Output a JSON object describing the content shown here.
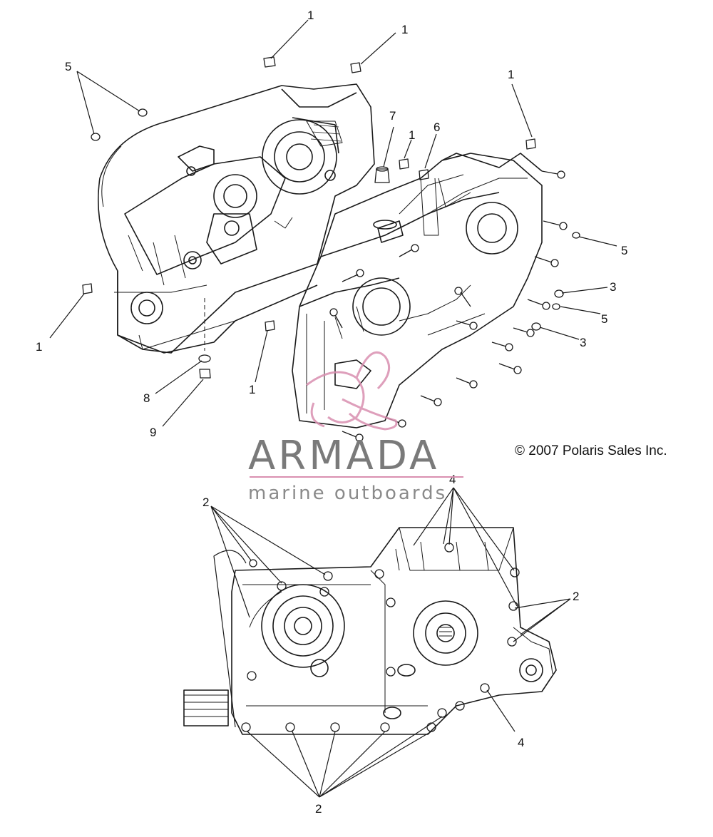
{
  "diagram": {
    "callouts": [
      {
        "id": "c1a",
        "text": "1"
      },
      {
        "id": "c1b",
        "text": "1"
      },
      {
        "id": "c5a",
        "text": "5"
      },
      {
        "id": "c1c",
        "text": "1"
      },
      {
        "id": "c7",
        "text": "7"
      },
      {
        "id": "c1d",
        "text": "1"
      },
      {
        "id": "c6",
        "text": "6"
      },
      {
        "id": "c5b",
        "text": "5"
      },
      {
        "id": "c3a",
        "text": "3"
      },
      {
        "id": "c5c",
        "text": "5"
      },
      {
        "id": "c3b",
        "text": "3"
      },
      {
        "id": "c1e",
        "text": "1"
      },
      {
        "id": "c1f",
        "text": "1"
      },
      {
        "id": "c8",
        "text": "8"
      },
      {
        "id": "c9",
        "text": "9"
      },
      {
        "id": "c4a",
        "text": "4"
      },
      {
        "id": "c2a",
        "text": "2"
      },
      {
        "id": "c2b",
        "text": "2"
      },
      {
        "id": "c4b",
        "text": "4"
      },
      {
        "id": "c2c",
        "text": "2"
      }
    ],
    "copyright": "© 2007 Polaris Sales Inc.",
    "line_color": "#1a1a1a",
    "fill_color": "#ffffff"
  },
  "watermark": {
    "name": "ARMADA",
    "tagline": "marine outboards",
    "logo": "Armada marine outboards",
    "text_color": "#7a7a7a",
    "accent_color": "#d98fb0"
  }
}
